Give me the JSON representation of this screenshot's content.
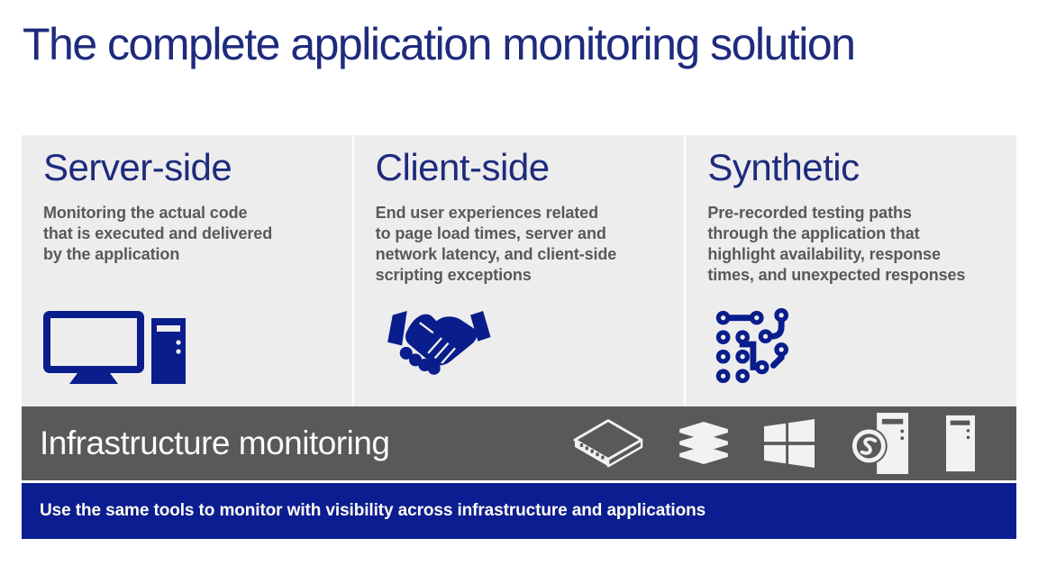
{
  "title": "The complete application monitoring solution",
  "colors": {
    "navy_accent": "#0a1d8c",
    "heading_blue": "#1e2b7d",
    "panel_bg": "#ededee",
    "dark_bar_bg": "#595959",
    "footer_bar_bg": "#0c1d91",
    "body_text_gray": "#595959",
    "bar_text_white": "#fafafa"
  },
  "columns": [
    {
      "heading": "Server-side",
      "body": "Monitoring the actual code\nthat is executed and delivered\nby the application",
      "icon": "desktop-computer"
    },
    {
      "heading": "Client-side",
      "body": "End user experiences related\nto page load times, server and\nnetwork latency, and client-side\nscripting exceptions",
      "icon": "handshake"
    },
    {
      "heading": "Synthetic",
      "body": "Pre-recorded testing paths\nthrough the application that\nhighlight availability, response\ntimes, and unexpected responses",
      "icon": "circuit-board"
    }
  ],
  "infrastructure_bar": {
    "label": "Infrastructure monitoring",
    "icons": [
      "network-switch",
      "database-stack",
      "windows-logo",
      "tower-sync-badge",
      "server-tower"
    ]
  },
  "footer_bar": {
    "text": "Use the same tools to monitor with visibility across infrastructure and applications"
  }
}
